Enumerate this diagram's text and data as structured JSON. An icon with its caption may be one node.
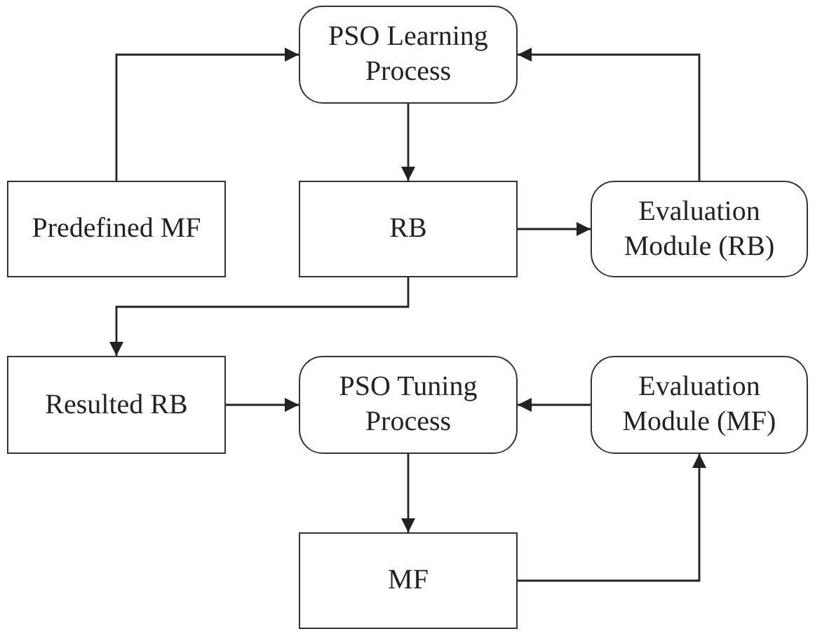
{
  "diagram": {
    "nodes": [
      {
        "text": [
          "PSO Learning Process"
        ]
      },
      {
        "text": [
          "Predefined MF"
        ]
      },
      {
        "text": [
          "RB"
        ]
      },
      {
        "text": [
          "Evaluation Module (RB)"
        ]
      },
      {
        "text": [
          "Resulted RB"
        ]
      },
      {
        "text": [
          "PSO Tuning Process"
        ]
      },
      {
        "text": [
          "Evaluation Module (MF)"
        ]
      },
      {
        "text": [
          "MF"
        ]
      }
    ],
    "edges": [
      {
        "from": 1,
        "to": 0,
        "arrow": "to"
      },
      {
        "from": 3,
        "to": 0,
        "arrow": "to"
      },
      {
        "from": 0,
        "to": 2,
        "arrow": "to"
      },
      {
        "from": 2,
        "to": 3,
        "arrow": "to"
      },
      {
        "from": 2,
        "to": 4,
        "arrow": "to"
      },
      {
        "from": 4,
        "to": 5,
        "arrow": "to"
      },
      {
        "from": 6,
        "to": 5,
        "arrow": "to"
      },
      {
        "from": 5,
        "to": 7,
        "arrow": "to"
      },
      {
        "from": 7,
        "to": 6,
        "arrow": "to"
      }
    ]
  }
}
